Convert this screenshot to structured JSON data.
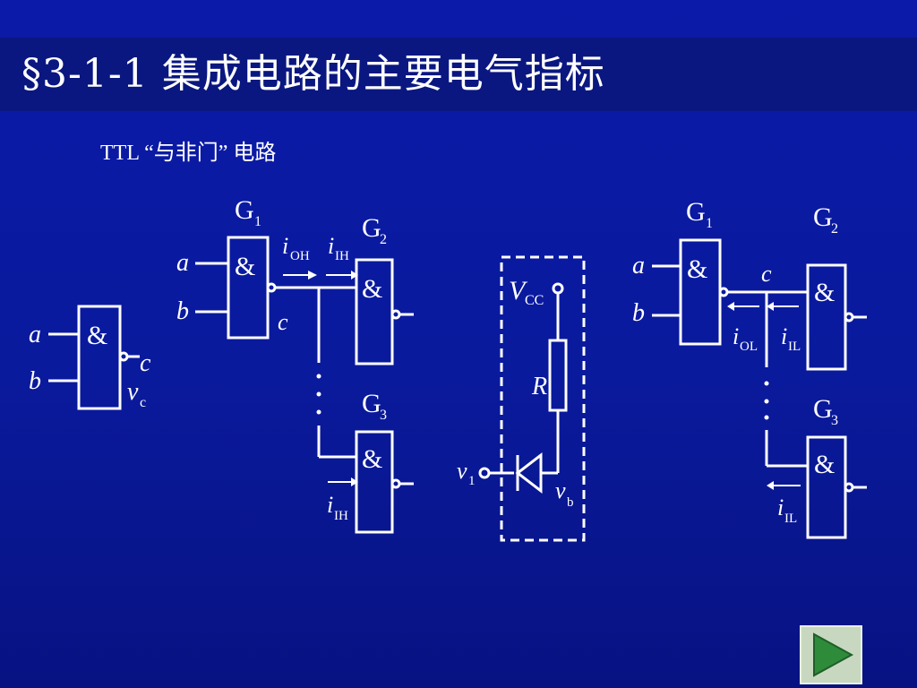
{
  "title": "§3-1-1 集成电路的主要电气指标",
  "subtitle": "TTL “与非门” 电路",
  "diagrams": {
    "single_gate": {
      "in_a": "a",
      "in_b": "b",
      "out": "c",
      "volt": "v",
      "volt_sub": "c",
      "symbol": "&"
    },
    "high_fanout": {
      "in_a": "a",
      "in_b": "b",
      "g1": "G",
      "g1_sub": "1",
      "g2": "G",
      "g2_sub": "2",
      "g3": "G",
      "g3_sub": "3",
      "c": "c",
      "i_oh": "i",
      "i_oh_sub": "OH",
      "i_ih": "i",
      "i_ih_sub": "IH",
      "i_ih2": "i",
      "i_ih2_sub": "IH",
      "dots": "⋮",
      "symbol": "&"
    },
    "input_model": {
      "vcc": "V",
      "vcc_sub": "CC",
      "r": "R",
      "v1": "v",
      "v1_sub": "1",
      "vb": "v",
      "vb_sub": "b"
    },
    "low_fanout": {
      "in_a": "a",
      "in_b": "b",
      "g1": "G",
      "g1_sub": "1",
      "g2": "G",
      "g2_sub": "2",
      "g3": "G",
      "g3_sub": "3",
      "c": "c",
      "i_ol": "i",
      "i_ol_sub": "OL",
      "i_il": "i",
      "i_il_sub": "IL",
      "i_il2": "i",
      "i_il2_sub": "IL",
      "dots": "⋮",
      "symbol": "&"
    }
  },
  "nav": {
    "next_icon": "play-triangle-icon"
  },
  "colors": {
    "background": "#0b1aa8",
    "title_bar": "#0a1780",
    "line": "#ffffff",
    "button": "#c8d8c0",
    "button_icon": "#2e8b3a"
  }
}
